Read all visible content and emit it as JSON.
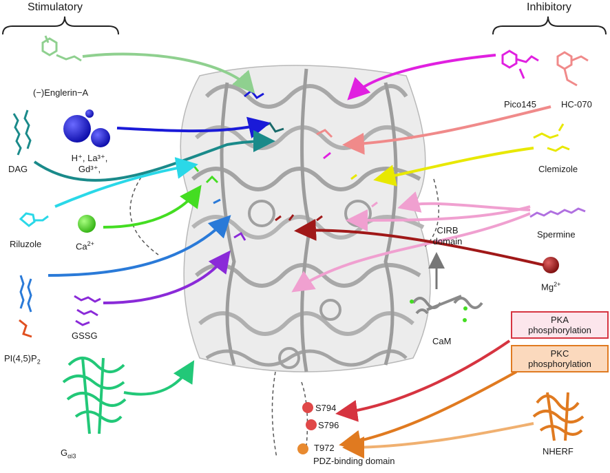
{
  "headers": {
    "stimulatory": "Stimulatory",
    "inhibitory": "Inhibitory"
  },
  "stimulatory": {
    "englerin": "(−)Englerin−A",
    "dag": "DAG",
    "cations_line1": "H⁺, La³⁺,",
    "cations_line2": "Gd³⁺,",
    "riluzole": "Riluzole",
    "ca_base": "Ca",
    "ca_sup": "2+",
    "pip2_main": "PI(4,5)P",
    "pip2_sub": "2",
    "gssg": "GSSG",
    "galpha_base": "G",
    "galpha_sub": "αi3"
  },
  "inhibitory": {
    "pico145": "Pico145",
    "hc070": "HC-070",
    "clemizole": "Clemizole",
    "spermine": "Spermine",
    "mg_base": "Mg",
    "mg_sup": "2+",
    "pka_line1": "PKA",
    "pka_line2": "phosphorylation",
    "pkc_line1": "PKC",
    "pkc_line2": "phosphorylation",
    "nherf": "NHERF"
  },
  "channel": {
    "cirb_line1": "CIRB",
    "cirb_line2": "domain",
    "cam": "CaM",
    "s794": "S794",
    "s796": "S796",
    "t972": "T972",
    "pdz": "PDZ-binding domain"
  },
  "colors": {
    "englerin": "#8fd08f",
    "cations": "#1a1ad8",
    "dag": "#1a8a8a",
    "riluzole": "#2ad8e8",
    "calcium": "#44dd22",
    "pip2": "#2a7ad8",
    "gssg": "#8a2ad8",
    "galpha": "#22c878",
    "pico145": "#e020e0",
    "hc070": "#f08a8a",
    "clemizole": "#f0f000",
    "spermine": "#f0a0d0",
    "magnesium": "#a01818",
    "pka": "#d63440",
    "pkc": "#e07a20",
    "nherf": "#e07a20",
    "protein": "#c8c8c8"
  }
}
